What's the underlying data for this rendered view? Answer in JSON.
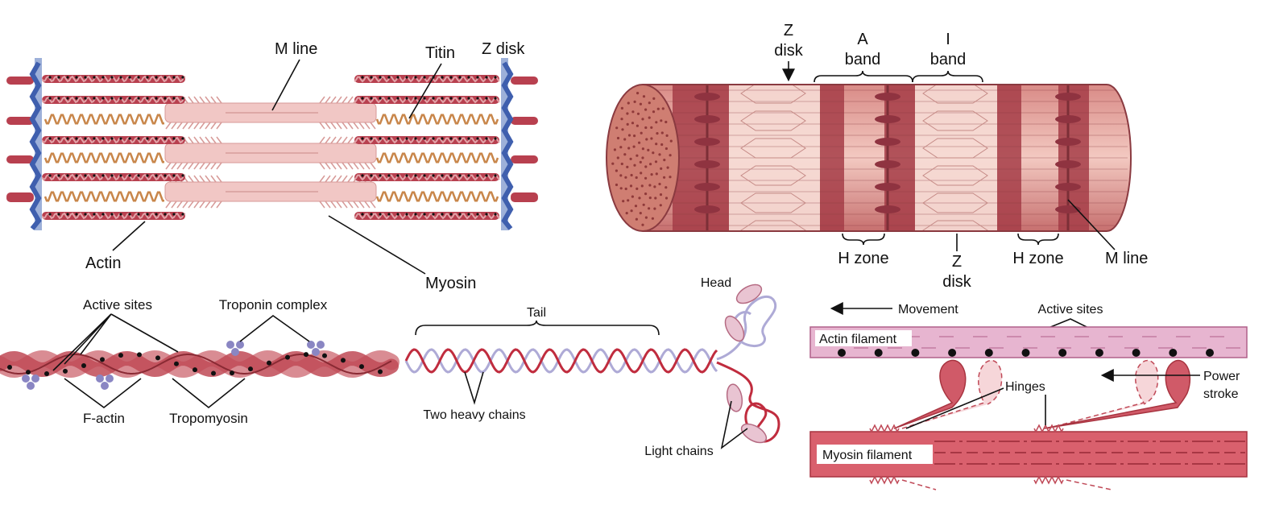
{
  "colors": {
    "actin_red": "#b8404f",
    "actin_light": "#e2a3a8",
    "myosin_pink": "#f1c7c5",
    "titin": "#c8864a",
    "z_disk": "#3f5fae",
    "troponin": "#8a86c3",
    "tropomyosin": "#d98c93",
    "heavy_chain_red": "#c02c3e",
    "heavy_chain_lavender": "#aeaad6",
    "cylinder_dark": "#a63d48",
    "cylinder_light": "#f6dcd5",
    "actin_filament_fill": "#e7b5d0",
    "myosin_filament_fill": "#d9606d"
  },
  "sarcomere": {
    "labels": {
      "m_line": "M line",
      "titin": "Titin",
      "z_disk": "Z disk",
      "actin": "Actin",
      "myosin": "Myosin"
    }
  },
  "myofibril": {
    "labels": {
      "z_disk_top_1": "Z",
      "z_disk_top_2": "disk",
      "a_band_1": "A",
      "a_band_2": "band",
      "i_band_1": "I",
      "i_band_2": "band",
      "h_zone_left": "H zone",
      "z_disk_bottom_1": "Z",
      "z_disk_bottom_2": "disk",
      "h_zone_right": "H zone",
      "m_line": "M line"
    }
  },
  "thin_filament": {
    "labels": {
      "active_sites": "Active sites",
      "troponin_complex": "Troponin complex",
      "f_actin": "F-actin",
      "tropomyosin": "Tropomyosin"
    }
  },
  "myosin_molecule": {
    "labels": {
      "tail": "Tail",
      "head": "Head",
      "two_heavy_chains": "Two heavy chains",
      "light_chains": "Light chains"
    }
  },
  "cross_bridge": {
    "labels": {
      "movement": "Movement",
      "active_sites": "Active sites",
      "actin_filament": "Actin filament",
      "hinges": "Hinges",
      "power_1": "Power",
      "power_2": "stroke",
      "myosin_filament": "Myosin filament"
    }
  }
}
